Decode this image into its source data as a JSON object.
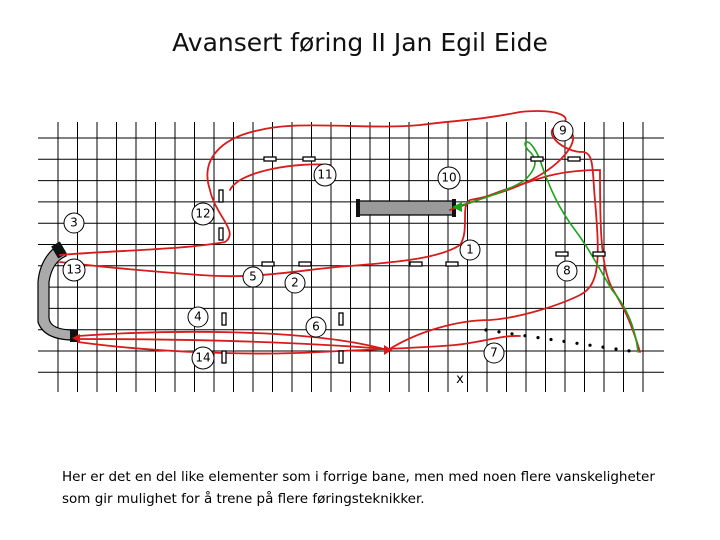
{
  "title": "Avansert føring II Jan Egil Eide",
  "caption": "Her er det en del like elementer som i forrige bane, men med noen flere vanskeligheter som gir mulighet for å trene på flere føringsteknikker.",
  "diagram": {
    "stations": [
      "1",
      "2",
      "3",
      "4",
      "5",
      "6",
      "7",
      "8",
      "9",
      "10",
      "11",
      "12",
      "13",
      "14"
    ],
    "cross_marker": "x"
  },
  "colors": {
    "primary_route": "#d81b1b",
    "secondary_route": "#1aa51a",
    "grid": "#000000",
    "tunnel": "#aaaaaa",
    "barrel": "#9a9a9a"
  }
}
